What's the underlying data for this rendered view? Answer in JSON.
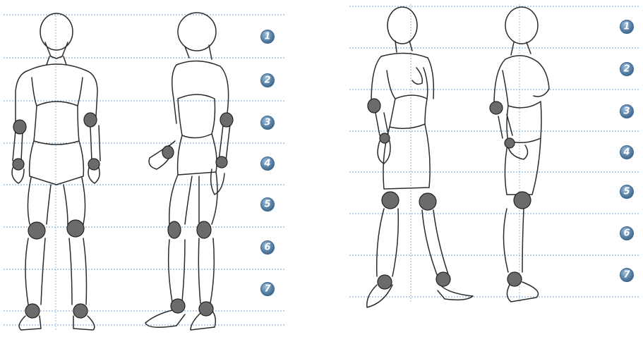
{
  "left_panel": {
    "markers": [
      "1",
      "2",
      "3",
      "4",
      "5",
      "6",
      "7"
    ]
  },
  "right_panel": {
    "markers": [
      "1",
      "2",
      "3",
      "4",
      "5",
      "6",
      "7"
    ]
  },
  "colors": {
    "guide_line": "#8fb8db",
    "badge": "#5b83a8",
    "ink": "#2b2b2b"
  }
}
